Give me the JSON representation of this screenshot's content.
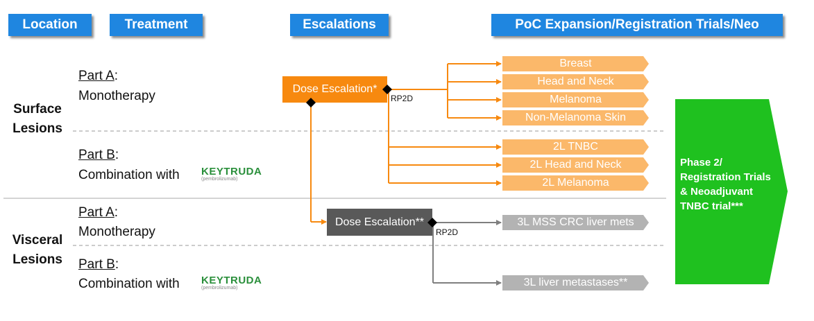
{
  "headers": {
    "location": "Location",
    "treatment": "Treatment",
    "escalations": "Escalations",
    "expansion": "PoC Expansion/Registration Trials/Neo"
  },
  "rows": {
    "surface": "Surface Lesions",
    "visceral": "Visceral Lesions",
    "surface_line1": "Surface",
    "surface_line2": "Lesions",
    "visceral_line1": "Visceral",
    "visceral_line2": "Lesions"
  },
  "parts": {
    "part_a_label": "Part A",
    "part_a_colon": ":",
    "part_a_desc": "Monotherapy",
    "part_b_label": "Part B",
    "part_b_colon": ":",
    "part_b_desc": "Combination with"
  },
  "keytruda": {
    "name": "KEYTRUDA",
    "subtitle": "(pembrolizumab)"
  },
  "escalation": {
    "surface_box": "Dose Escalation*",
    "visceral_box": "Dose Escalation**",
    "rp2d": "RP2D"
  },
  "surface_part_a_indications": [
    "Breast",
    "Head and Neck",
    "Melanoma",
    "Non-Melanoma Skin"
  ],
  "surface_part_b_indications": [
    "2L TNBC",
    "2L Head and Neck",
    "2L Melanoma"
  ],
  "visceral_indications": [
    "3L MSS CRC liver mets",
    "3L liver metastases**"
  ],
  "phase2": {
    "line1": "Phase 2/",
    "line2": "Registration Trials",
    "line3": "& Neoadjuvant",
    "line4": "TNBC trial***"
  },
  "colors": {
    "header_blue": "#1f86e0",
    "orange": "#f7890f",
    "light_orange": "#fbb86a",
    "dark_gray": "#595959",
    "light_gray": "#b3b3b3",
    "green": "#1fc11f"
  }
}
